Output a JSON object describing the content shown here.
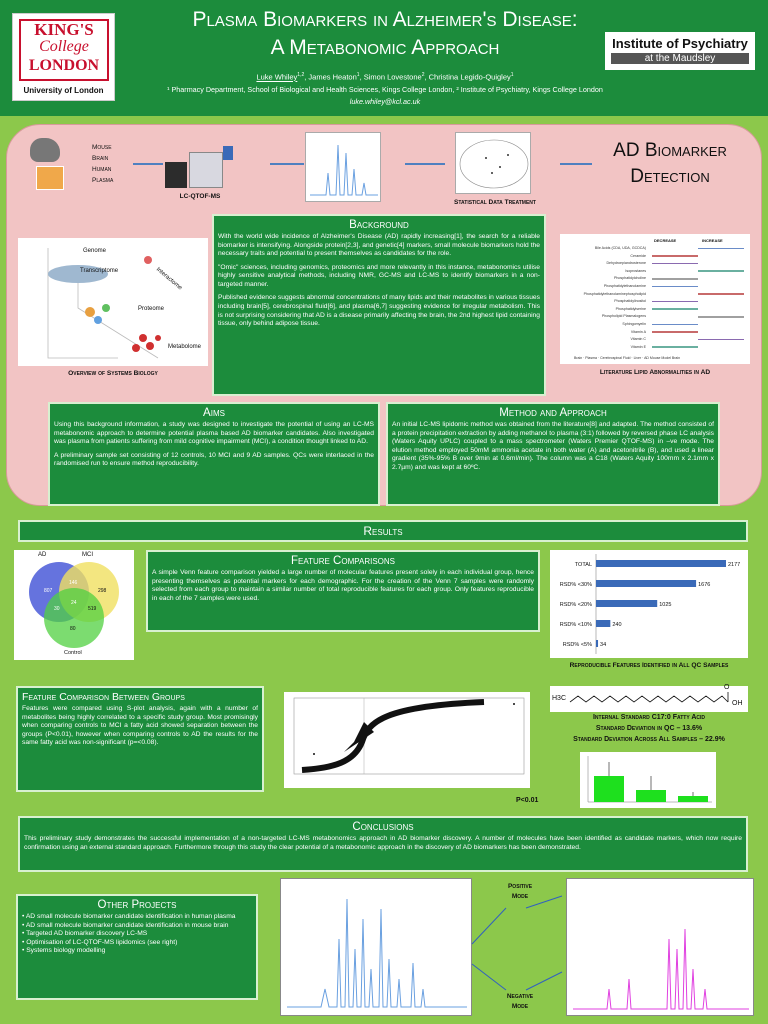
{
  "header": {
    "title_line1": "Plasma Biomarkers in Alzheimer's Disease:",
    "title_line2": "A Metabonomic Approach",
    "authors_lead": "Luke Whiley",
    "authors_lead_sup": "1,2",
    "authors_rest": ", James Heaton",
    "authors_rest_sup1": "1",
    "authors_rest2": ", Simon Lovestone",
    "authors_rest_sup2": "2",
    "authors_rest3": ", Christina Legido-Quigley",
    "authors_rest_sup3": "1",
    "affiliations": "¹ Pharmacy Department, School of Biological and Health Sciences, Kings College London, ² Institute of Psychiatry, Kings College London",
    "email": "luke.whiley@kcl.ac.uk",
    "kcl_logo_line1": "KING'S",
    "kcl_logo_line2": "College",
    "kcl_logo_line3": "LONDON",
    "kcl_logo_line4": "University of London",
    "iop_logo_line1": "Institute of Psychiatry",
    "iop_logo_line2": "at the Maudsley"
  },
  "workflow": {
    "sample_types": [
      "Mouse",
      "Brain",
      "Human",
      "Plasma"
    ],
    "instrument_label": "LC-QTOF-MS",
    "stat_label": "Statistical Data Treatment",
    "detection_line1": "AD Biomarker",
    "detection_line2": "Detection"
  },
  "systems_biology": {
    "labels": [
      "Genome",
      "Transcriptome",
      "Interactome",
      "Proteome",
      "Metabolome"
    ],
    "caption": "Overview of Systems Biology"
  },
  "background": {
    "title": "Background",
    "p1": "With the world wide incidence of Alzheimer's Disease (AD) rapidly increasing[1], the search for a reliable biomarker is intensifying. Alongside protein[2,3], and genetic[4] markers, small molecule biomarkers hold the necessary traits and potential to present themselves as candidates for the role.",
    "p2": "\"Omic\" sciences, including genomics, proteomics and more relevantly in this instance, metabonomics utilise highly sensitive analytical methods, including NMR, GC-MS and LC-MS to identify biomarkers in a non-targeted manner.",
    "p3": "Published evidence suggests abnormal concentrations of many lipids and their metabolites in various tissues including brain[5], cerebrospinal fluid[6], and plasma[6,7] suggesting evidence for irregular metabolism. This is not surprising considering that AD is a disease primarily affecting the brain, the 2nd highest lipid containing tissue, only behind adipose tissue."
  },
  "lipid_table": {
    "caption": "Literature Lipid Abnormalities in AD",
    "header_decrease": "DECREASE",
    "header_increase": "INCREASE",
    "rows": [
      "Bile Acids (CDA, UDA, GCDCA)",
      "Ceramide",
      "Dehydroepiandrosterone",
      "Isoprostanes",
      "Phosphatidylcholine",
      "Phosphatidylethanolamine",
      "Phosphatidylethanolaminephospholipid",
      "Phosphatidylinositol",
      "Phosphatidylserine",
      "Phospholipid Plasmalogens",
      "Sphingomyelin",
      "Vitamin A",
      "Vitamin C",
      "Vitamin E"
    ],
    "legend": [
      "Brain",
      "Plasma",
      "Cerebrospinal Fluid",
      "Liver",
      "AD Mouse Model Brain"
    ]
  },
  "aims": {
    "title": "Aims",
    "p1": "Using this background information, a study was designed to investigate the potential of using an LC-MS metabonomic approach to determine potential plasma based AD biomarker candidates. Also investigated was plasma from patients suffering from mild cognitive impairment (MCI), a condition thought linked to AD.",
    "p2": "A preliminary sample set consisting of 12 controls, 10 MCI and 9 AD samples. QCs were interlaced in the randomised run to ensure method reproducibility."
  },
  "method": {
    "title": "Method and Approach",
    "p1": "An initial LC-MS lipidomic method was obtained from the literature[8] and adapted. The method consisted of a protein precipitation extraction by adding methanol to plasma (3:1) followed by reversed phase LC analysis (Waters Aquity UPLC) coupled to a mass spectrometer (Waters Premier QTOF-MS) in –ve mode. The elution method employed 50mM ammonia acetate in both water (A) and acetonitrile (B), and used a linear gradient (35%-95% B over 9min at 0.6ml/min). The column was a C18 (Waters Aquity 100mm x 2.1mm x 2.7µm) and was kept at 60ºC."
  },
  "results": {
    "title": "Results"
  },
  "venn": {
    "label_ad": "AD",
    "label_mci": "MCI",
    "label_control": "Control",
    "values": [
      "807",
      "298",
      "146",
      "30",
      "519",
      "24",
      "80"
    ]
  },
  "feature_comparisons": {
    "title": "Feature Comparisons",
    "p1": "A simple Venn feature comparison yielded a large number of molecular features present solely in each individual group, hence presenting themselves as potential markers for each demographic. For the creation of the Venn 7 samples were randomly selected from each group to maintain a similar number of total reproducible features for each group. Only features reproducible in each of the 7 samples were used."
  },
  "chart_data": {
    "type": "bar",
    "orientation": "horizontal",
    "categories": [
      "TOTAL",
      "RSD% <30%",
      "RSD% <20%",
      "RSD% <10%",
      "RSD% <5%"
    ],
    "values": [
      2177,
      1676,
      1025,
      240,
      34
    ],
    "caption": "Reproducible Features Identified in All QC Samples",
    "xlim": [
      0,
      2177
    ]
  },
  "between_groups": {
    "title": "Feature Comparison Between Groups",
    "p1": "Features were compared using S-plot analysis, again with a number of metabolites being highly correlated to a specific study group. Most promisingly when comparing controls to MCI a fatty acid showed separation between the groups (P<0.01), however when comparing controls to AD the results for the same fatty acid was non-significant (p=<0.08).",
    "pvalue": "P<0.01"
  },
  "standard": {
    "line1": "Internal Standard C17:0 Fatty Acid",
    "line2": "Standard Deviation in QC – 13.6%",
    "line3": "Standard Deviation Across All Samples – 22.9%",
    "formula_left": "H3C",
    "formula_right": "OH",
    "formula_o": "O"
  },
  "conclusions": {
    "title": "Conclusions",
    "p1": "This preliminary study demonstrates the successful implementation of a non-targeted LC-MS metabonomics approach in AD biomarker discovery. A number of molecules have been identified as candidate markers, which now require confirmation using an external standard approach. Furthermore through this study the clear potential of a metabonomic approach in the discovery of AD biomarkers has been demonstrated."
  },
  "other_projects": {
    "title": "Other Projects",
    "items": [
      "AD small molecule biomarker candidate identification in human plasma",
      "AD small molecule biomarker candidate identification in mouse brain",
      "Targeted AD biomarker discovery LC-MS",
      "Optimisation of LC-QTOF-MS lipidomics (see right)",
      "Systems biology modelling"
    ]
  },
  "modes": {
    "positive_line1": "Positive",
    "positive_line2": "Mode",
    "negative_line1": "Negative",
    "negative_line2": "Mode"
  },
  "colors": {
    "background": "#8cc84b",
    "box_green": "#1c8c3c",
    "pink_panel": "#f2c4c4",
    "kcl_red": "#c8102e",
    "bar_blue": "#3a6ab8"
  }
}
